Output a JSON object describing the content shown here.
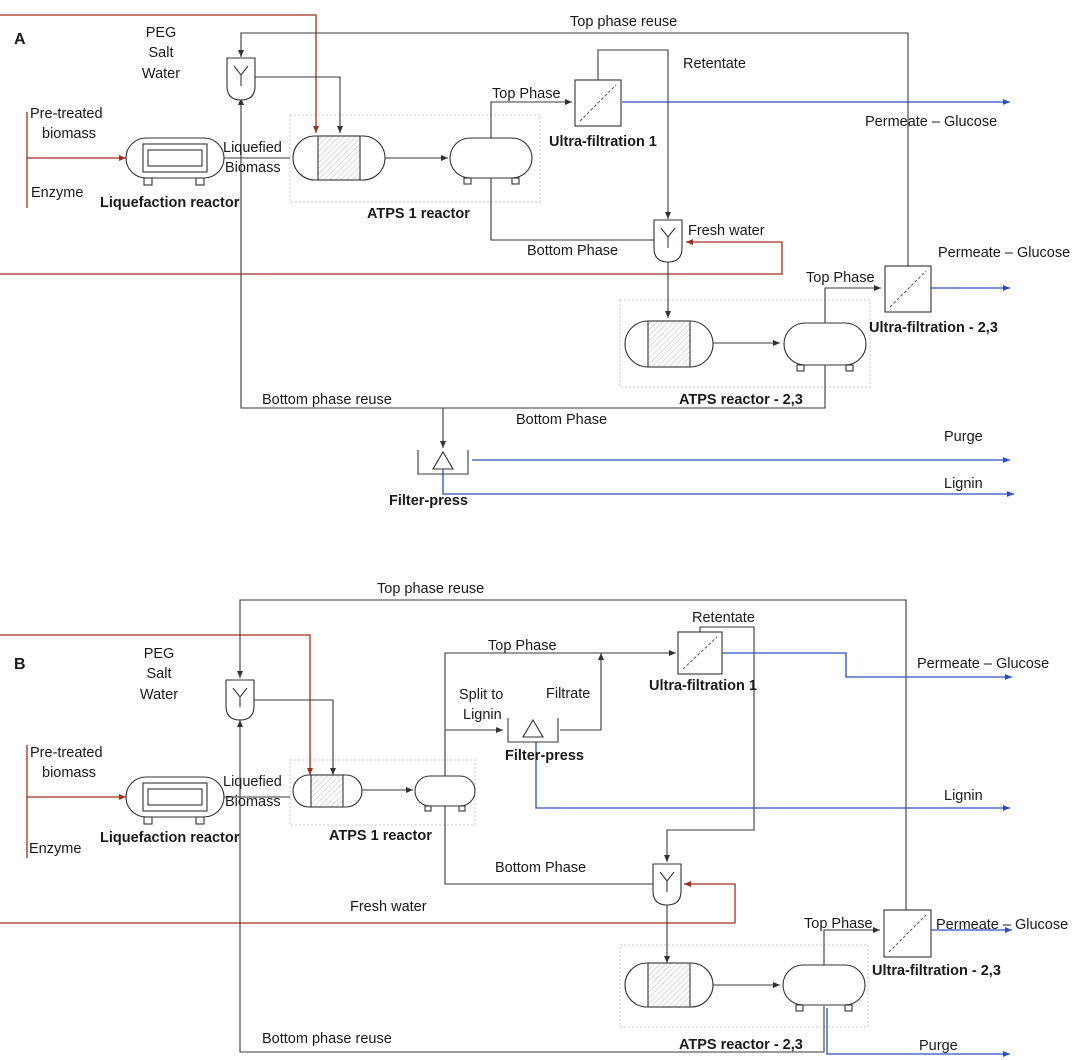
{
  "panel_a": {
    "letter": "A",
    "feed_peg": "PEG",
    "feed_salt": "Salt",
    "feed_water": "Water",
    "pretreated_1": "Pre-treated",
    "pretreated_2": "biomass",
    "enzyme": "Enzyme",
    "liquefied_1": "Liquefied",
    "liquefied_2": "Biomass",
    "liquefaction_reactor": "Liquefaction reactor",
    "atps1_reactor": "ATPS 1 reactor",
    "top_phase_reuse": "Top phase reuse",
    "top_phase_1": "Top Phase",
    "ultrafiltration_1": "Ultra-filtration 1",
    "retentate": "Retentate",
    "permeate_glucose_1": "Permeate – Glucose",
    "fresh_water": "Fresh water",
    "bottom_phase_1": "Bottom Phase",
    "permeate_glucose_2": "Permeate – Glucose",
    "top_phase_2": "Top Phase",
    "ultrafiltration_23": "Ultra-filtration - 2,3",
    "atps23_reactor": "ATPS reactor - 2,3",
    "bottom_phase_reuse": "Bottom phase reuse",
    "bottom_phase_2": "Bottom Phase",
    "purge": "Purge",
    "lignin": "Lignin",
    "filter_press": "Filter-press"
  },
  "panel_b": {
    "letter": "B",
    "top_phase_reuse": "Top phase reuse",
    "feed_peg": "PEG",
    "feed_salt": "Salt",
    "feed_water": "Water",
    "top_phase_1": "Top Phase",
    "retentate": "Retentate",
    "ultrafiltration_1": "Ultra-filtration 1",
    "permeate_glucose_1": "Permeate – Glucose",
    "split_1": "Split to",
    "split_2": "Lignin",
    "filtrate": "Filtrate",
    "filter_press": "Filter-press",
    "pretreated_1": "Pre-treated",
    "pretreated_2": "biomass",
    "liquefied_1": "Liquefied",
    "liquefied_2": "Biomass",
    "lignin": "Lignin",
    "liquefaction_reactor": "Liquefaction reactor",
    "atps1_reactor": "ATPS 1 reactor",
    "enzyme": "Enzyme",
    "bottom_phase": "Bottom Phase",
    "fresh_water": "Fresh water",
    "top_phase_2": "Top Phase",
    "permeate_glucose_2": "Permeate – Glucose",
    "ultrafiltration_23": "Ultra-filtration - 2,3",
    "bottom_phase_reuse": "Bottom phase reuse",
    "atps23_reactor": "ATPS reactor - 2,3",
    "purge": "Purge"
  }
}
